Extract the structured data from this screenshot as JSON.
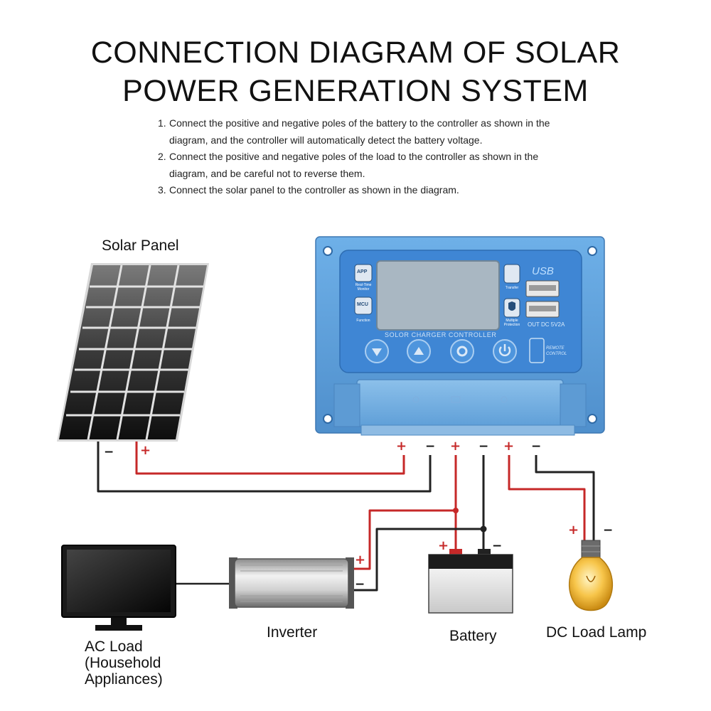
{
  "title": {
    "line1": "CONNECTION DIAGRAM OF SOLAR",
    "line2": "POWER GENERATION SYSTEM"
  },
  "instructions": [
    {
      "num": "1.",
      "text": "Connect the positive and negative poles of the battery to the controller as shown in the diagram, and the controller will automatically detect the battery voltage."
    },
    {
      "num": "2.",
      "text": "Connect the positive and negative poles of the load to the controller as shown in the diagram, and be careful not to reverse them."
    },
    {
      "num": "3.",
      "text": "Connect the solar panel to the controller as shown in the diagram."
    }
  ],
  "labels": {
    "solar_panel": "Solar Panel",
    "inverter": "Inverter",
    "battery": "Battery",
    "dc_load_lamp": "DC Load Lamp",
    "ac_load_line1": "AC Load",
    "ac_load_line2": "(Household",
    "ac_load_line3": "Appliances)"
  },
  "controller": {
    "name": "SOLOR CHARGER CONTROLLER",
    "app_label": "APP",
    "realtime_label": "Real-Time Monitor",
    "mcu_label": "MCU",
    "function_label": "Function",
    "transfer_label": "Transfer",
    "protection_label": "Multiple Protection",
    "usb_label": "USB",
    "usb_out": "OUT DC 5V2A",
    "remote_label": "REMOTE CONTROL"
  },
  "signs": {
    "plus": "+",
    "minus": "−"
  },
  "colors": {
    "positive_wire": "#c62828",
    "negative_wire": "#222222",
    "controller_body": "#5f9fd8",
    "controller_panel": "#3f86d4",
    "lcd": "#a9b7c2"
  }
}
